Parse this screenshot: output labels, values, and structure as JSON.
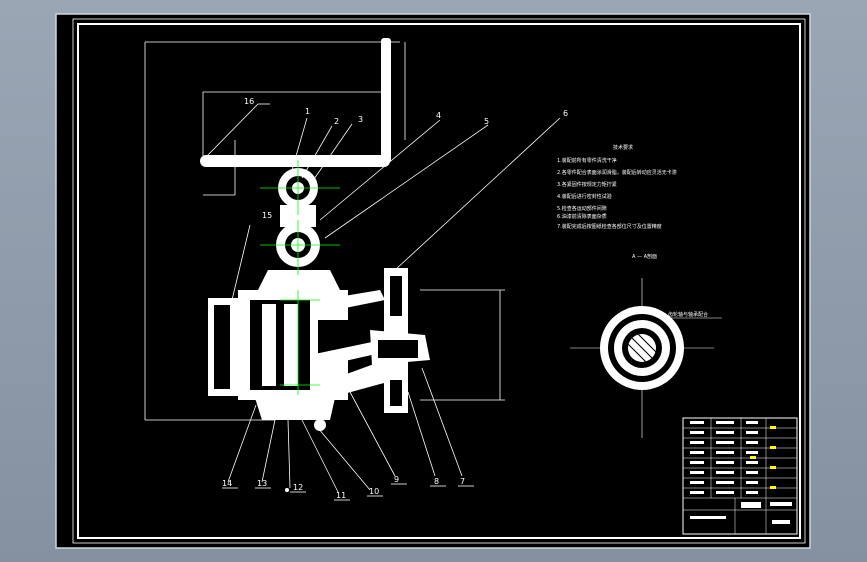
{
  "drawing": {
    "part_numbers": [
      "1",
      "2",
      "3",
      "4",
      "5",
      "6",
      "7",
      "8",
      "9",
      "10",
      "11",
      "12",
      "13",
      "14",
      "15",
      "16"
    ],
    "notes_title": "技术要求",
    "section_label": "A — A剖面",
    "notes": [
      "1.装配前所有零件清洗干净",
      "2.各零件配合表面涂润滑脂，装配后转动应灵活无卡滞",
      "3.各紧固件按规定力矩拧紧",
      "4.装配后进行密封性试验",
      "5.检查各运动部件间隙",
      "6.油漆前清除表面杂质",
      "7.装配完成后按图纸检查各部位尺寸及位置精度"
    ],
    "section_leader_text": "齿轮轴与轴承配合"
  },
  "colors": {
    "frame_bg": "#000000",
    "line": "#ffffff",
    "center": "#00ff00",
    "accent": "#ffff00"
  }
}
